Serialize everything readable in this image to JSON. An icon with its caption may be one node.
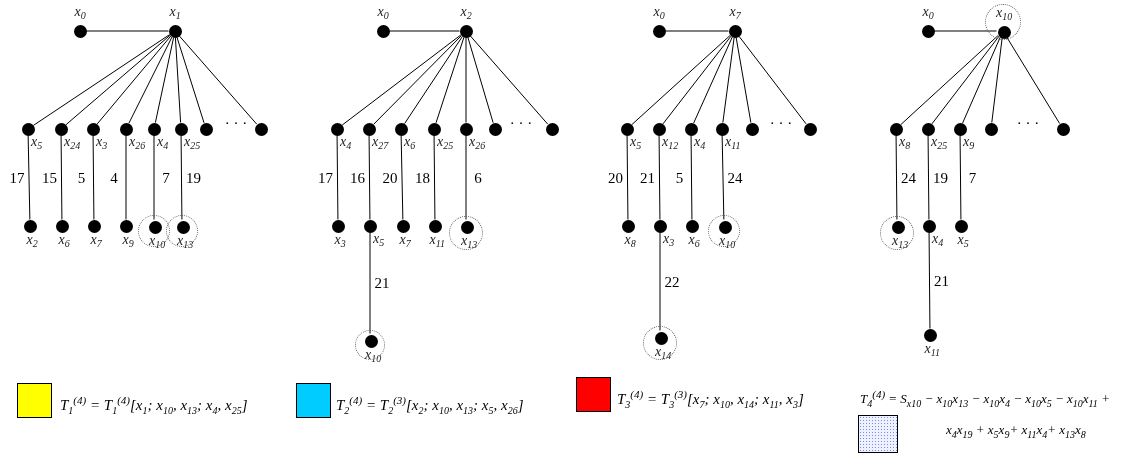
{
  "diagram": {
    "nodes": [
      {
        "text": [
          "x$_{0}$"
        ]
      },
      {
        "text": [
          "x$_{1}$"
        ]
      },
      {
        "text": [
          "x$_{5}$"
        ]
      },
      {
        "text": [
          "x$_{24}$"
        ]
      },
      {
        "text": [
          "x$_{3}$"
        ]
      },
      {
        "text": [
          "x$_{26}$"
        ]
      },
      {
        "text": [
          "x$_{4}$"
        ]
      },
      {
        "text": [
          "x$_{25}$"
        ]
      },
      {
        "text": [],
        "shape": "circle"
      },
      {
        "text": [],
        "shape": "circle"
      },
      {
        "text": [
          "x$_{2}$"
        ]
      },
      {
        "text": [
          "x$_{6}$"
        ]
      },
      {
        "text": [
          "x$_{7}$"
        ]
      },
      {
        "text": [
          "x$_{9}$"
        ]
      },
      {
        "text": [],
        "shape": "circle"
      },
      {
        "text": [
          "x$_{10}$"
        ],
        "in": 14
      },
      {
        "text": [],
        "shape": "circle"
      },
      {
        "text": [
          "x$_{13}$"
        ],
        "in": 16
      },
      {
        "text": [
          "x$_{0}$"
        ]
      },
      {
        "text": [
          "x$_{2}$"
        ]
      },
      {
        "text": [
          "x$_{4}$"
        ]
      },
      {
        "text": [
          "x$_{27}$"
        ]
      },
      {
        "text": [
          "x$_{6}$"
        ]
      },
      {
        "text": [
          "x$_{25}$"
        ]
      },
      {
        "text": [
          "x$_{26}$"
        ]
      },
      {
        "text": [],
        "shape": "circle"
      },
      {
        "text": [],
        "shape": "circle"
      },
      {
        "text": [
          "x$_{3}$"
        ]
      },
      {
        "text": [
          "x$_{5}$"
        ]
      },
      {
        "text": [
          "x$_{7}$"
        ]
      },
      {
        "text": [
          "x$_{11}$"
        ]
      },
      {
        "text": [],
        "shape": "circle"
      },
      {
        "text": [
          "x$_{13}$"
        ],
        "in": 31
      },
      {
        "text": [],
        "shape": "circle"
      },
      {
        "text": [
          "x$_{10}$"
        ],
        "in": 33
      },
      {
        "text": [
          "x$_{0}$"
        ]
      },
      {
        "text": [
          "x$_{7}$"
        ]
      },
      {
        "text": [
          "x$_{5}$"
        ]
      },
      {
        "text": [
          "x$_{12}$"
        ]
      },
      {
        "text": [
          "x$_{4}$"
        ]
      },
      {
        "text": [
          "x$_{11}$"
        ]
      },
      {
        "text": [],
        "shape": "circle"
      },
      {
        "text": [],
        "shape": "circle"
      },
      {
        "text": [
          "x$_{8}$"
        ]
      },
      {
        "text": [
          "x$_{3}$"
        ]
      },
      {
        "text": [
          "x$_{6}$"
        ]
      },
      {
        "text": [],
        "shape": "circle"
      },
      {
        "text": [
          "x$_{10}$"
        ],
        "in": 46
      },
      {
        "text": [],
        "shape": "circle"
      },
      {
        "text": [
          "x$_{14}$"
        ],
        "in": 48
      },
      {
        "text": [
          "x$_{0}$"
        ]
      },
      {
        "text": [],
        "shape": "circle"
      },
      {
        "text": [
          "x$_{10}$"
        ],
        "in": 51
      },
      {
        "text": [
          "x$_{8}$"
        ]
      },
      {
        "text": [
          "x$_{25}$"
        ]
      },
      {
        "text": [
          "x$_{9}$"
        ]
      },
      {
        "text": [],
        "shape": "circle"
      },
      {
        "text": [],
        "shape": "circle"
      },
      {
        "text": [],
        "shape": "circle"
      },
      {
        "text": [
          "x$_{13}$"
        ],
        "in": 58
      },
      {
        "text": [
          "x$_{4}$"
        ]
      },
      {
        "text": [
          "x$_{5}$"
        ]
      },
      {
        "text": [
          "x$_{11}$"
        ]
      }
    ],
    "edges": [
      {
        "from": 0,
        "to": 1,
        "arrow": "none"
      },
      {
        "from": 1,
        "to": 2,
        "arrow": "none"
      },
      {
        "from": 1,
        "to": 3,
        "arrow": "none"
      },
      {
        "from": 1,
        "to": 4,
        "arrow": "none"
      },
      {
        "from": 1,
        "to": 5,
        "arrow": "none"
      },
      {
        "from": 1,
        "to": 6,
        "arrow": "none"
      },
      {
        "from": 1,
        "to": 7,
        "arrow": "none"
      },
      {
        "from": 1,
        "to": 8,
        "arrow": "none"
      },
      {
        "from": 1,
        "to": 9,
        "arrow": "none"
      },
      {
        "from": 2,
        "to": 10,
        "arrow": "none",
        "label": "17"
      },
      {
        "from": 3,
        "to": 11,
        "arrow": "none",
        "label": "15"
      },
      {
        "from": 4,
        "to": 12,
        "arrow": "none",
        "label": "5"
      },
      {
        "from": 5,
        "to": 13,
        "arrow": "none",
        "label": "4"
      },
      {
        "from": 6,
        "to": 15,
        "arrow": "none",
        "label": "7"
      },
      {
        "from": 7,
        "to": 17,
        "arrow": "none",
        "label": "19"
      },
      {
        "from": 18,
        "to": 19,
        "arrow": "none"
      },
      {
        "from": 19,
        "to": 20,
        "arrow": "none"
      },
      {
        "from": 19,
        "to": 21,
        "arrow": "none"
      },
      {
        "from": 19,
        "to": 22,
        "arrow": "none"
      },
      {
        "from": 19,
        "to": 23,
        "arrow": "none"
      },
      {
        "from": 19,
        "to": 24,
        "arrow": "none"
      },
      {
        "from": 19,
        "to": 25,
        "arrow": "none"
      },
      {
        "from": 19,
        "to": 26,
        "arrow": "none"
      },
      {
        "from": 20,
        "to": 27,
        "arrow": "none",
        "label": "17"
      },
      {
        "from": 21,
        "to": 28,
        "arrow": "none",
        "label": "16"
      },
      {
        "from": 22,
        "to": 29,
        "arrow": "none",
        "label": "20"
      },
      {
        "from": 23,
        "to": 30,
        "arrow": "none",
        "label": "18"
      },
      {
        "from": 24,
        "to": 32,
        "arrow": "none",
        "label": "6"
      },
      {
        "from": 28,
        "to": 34,
        "arrow": "none",
        "label": "21"
      },
      {
        "from": 35,
        "to": 36,
        "arrow": "none"
      },
      {
        "from": 36,
        "to": 37,
        "arrow": "none"
      },
      {
        "from": 36,
        "to": 38,
        "arrow": "none"
      },
      {
        "from": 36,
        "to": 39,
        "arrow": "none"
      },
      {
        "from": 36,
        "to": 40,
        "arrow": "none"
      },
      {
        "from": 36,
        "to": 41,
        "arrow": "none"
      },
      {
        "from": 36,
        "to": 42,
        "arrow": "none"
      },
      {
        "from": 37,
        "to": 43,
        "arrow": "none",
        "label": "20"
      },
      {
        "from": 38,
        "to": 44,
        "arrow": "none",
        "label": "21"
      },
      {
        "from": 39,
        "to": 45,
        "arrow": "none",
        "label": "5"
      },
      {
        "from": 40,
        "to": 47,
        "arrow": "none",
        "label": "24"
      },
      {
        "from": 44,
        "to": 49,
        "arrow": "none",
        "label": "22"
      },
      {
        "from": 50,
        "to": 52,
        "arrow": "none"
      },
      {
        "from": 52,
        "to": 53,
        "arrow": "none"
      },
      {
        "from": 52,
        "to": 54,
        "arrow": "none"
      },
      {
        "from": 52,
        "to": 55,
        "arrow": "none"
      },
      {
        "from": 52,
        "to": 56,
        "arrow": "none"
      },
      {
        "from": 52,
        "to": 57,
        "arrow": "none"
      },
      {
        "from": 53,
        "to": 59,
        "arrow": "none",
        "label": "24"
      },
      {
        "from": 54,
        "to": 60,
        "arrow": "none",
        "label": "19"
      },
      {
        "from": 55,
        "to": 61,
        "arrow": "none",
        "label": "7"
      },
      {
        "from": 60,
        "to": 62,
        "arrow": "none",
        "label": "21"
      }
    ],
    "labels": [
      "· · ·",
      "· · ·",
      "· · ·",
      "· · ·"
    ],
    "legend": [
      {
        "text": "T$_{1}$$^{(4)}$ = T$_{1}$$^{(4)}$[x$_{1}$; x$_{10}$, x$_{13}$; x$_{4}$, x$_{25}$]",
        "color": "#ffff00"
      },
      {
        "text": "T$_{2}$$^{(4)}$ = T$_{2}$$^{(3)}$[x$_{2}$; x$_{10}$, x$_{13}$; x$_{5}$, x$_{26}$]",
        "color": "#00ccff"
      },
      {
        "text": "T$_{3}$$^{(4)}$ = T$_{3}$$^{(3)}$[x$_{7}$; x$_{10}$, x$_{14}$; x$_{11}$, x$_{3}$]",
        "color": "#ff0000"
      },
      {
        "text": "T$_{4}$$^{(4)}$ = S$_{x10}$ − x$_{10}$x$_{13}$ − x$_{10}$x$_{4}$ − x$_{10}$x$_{5}$ − x$_{10}$x$_{11}$ + x$_{4}$x$_{19}$ + x$_{5}$x$_{9}$+ x$_{11}$x$_{4}$+ x$_{13}$x$_{8}$"
      }
    ]
  }
}
